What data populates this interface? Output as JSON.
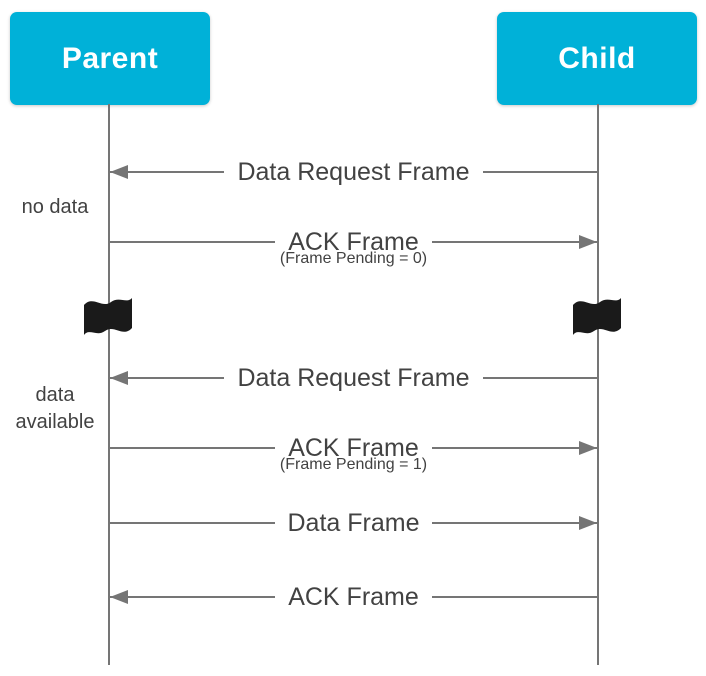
{
  "diagram": {
    "type": "sequence",
    "colors": {
      "background": "#ffffff",
      "node_fill": "#00b1d8",
      "node_text": "#ffffff",
      "line": "#757575",
      "text": "#424242",
      "flag": "#1a1a1a"
    },
    "nodes": [
      {
        "id": "parent",
        "label": "Parent"
      },
      {
        "id": "child",
        "label": "Child"
      }
    ],
    "messages": [
      {
        "label": "Data Request Frame",
        "from": "Child",
        "to": "Parent",
        "direction": "left"
      },
      {
        "label": "ACK Frame",
        "sublabel": "(Frame Pending = 0)",
        "from": "Parent",
        "to": "Child",
        "direction": "right"
      },
      {
        "label": "Data Request Frame",
        "from": "Child",
        "to": "Parent",
        "direction": "left"
      },
      {
        "label": "ACK Frame",
        "sublabel": "(Frame Pending = 1)",
        "from": "Parent",
        "to": "Child",
        "direction": "right"
      },
      {
        "label": "Data Frame",
        "from": "Parent",
        "to": "Child",
        "direction": "right"
      },
      {
        "label": "ACK Frame",
        "from": "Child",
        "to": "Parent",
        "direction": "left"
      }
    ],
    "annotations": [
      {
        "label": "no data"
      },
      {
        "label": "data available"
      }
    ],
    "separator": {
      "icon": "flag-icon"
    }
  }
}
